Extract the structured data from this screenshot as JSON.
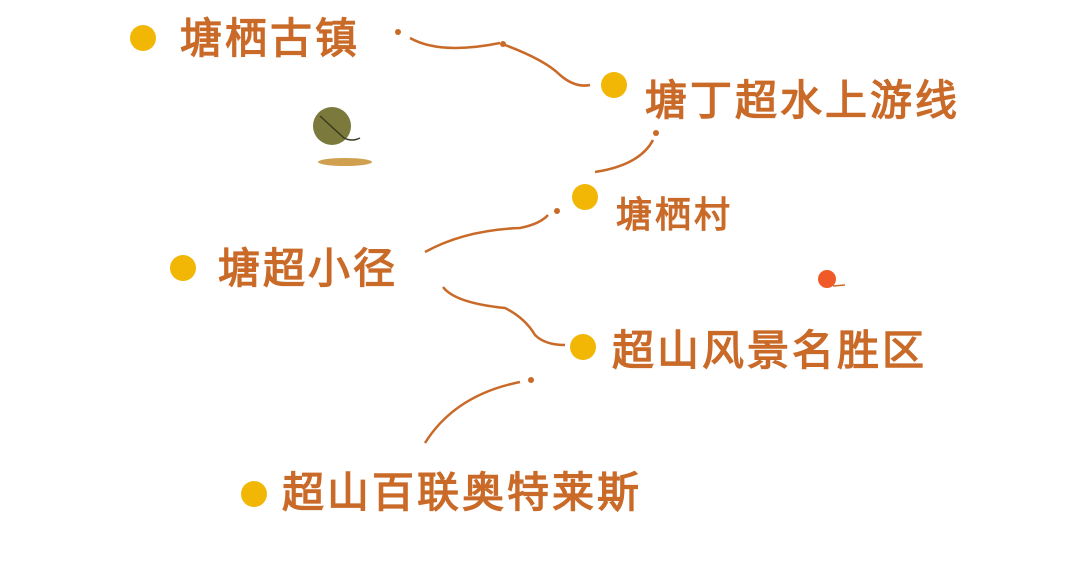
{
  "colors": {
    "node": "#f2b705",
    "text": "#c96a28",
    "connector": "#c96a28",
    "globe": "#7b7a3c",
    "shadow": "#d0a050",
    "red_dot": "#f05a28"
  },
  "places": [
    {
      "id": "tangqi-ancient-town",
      "label": "塘栖古镇"
    },
    {
      "id": "tangchao-water-route",
      "label": "塘丁超水上游线"
    },
    {
      "id": "tangqi-village",
      "label": "塘栖村"
    },
    {
      "id": "tangchao-path",
      "label": "塘超小径"
    },
    {
      "id": "chaoshan-scenic-area",
      "label": "超山风景名胜区"
    },
    {
      "id": "chaoshan-outlets",
      "label": "超山百联奥特莱斯"
    }
  ]
}
